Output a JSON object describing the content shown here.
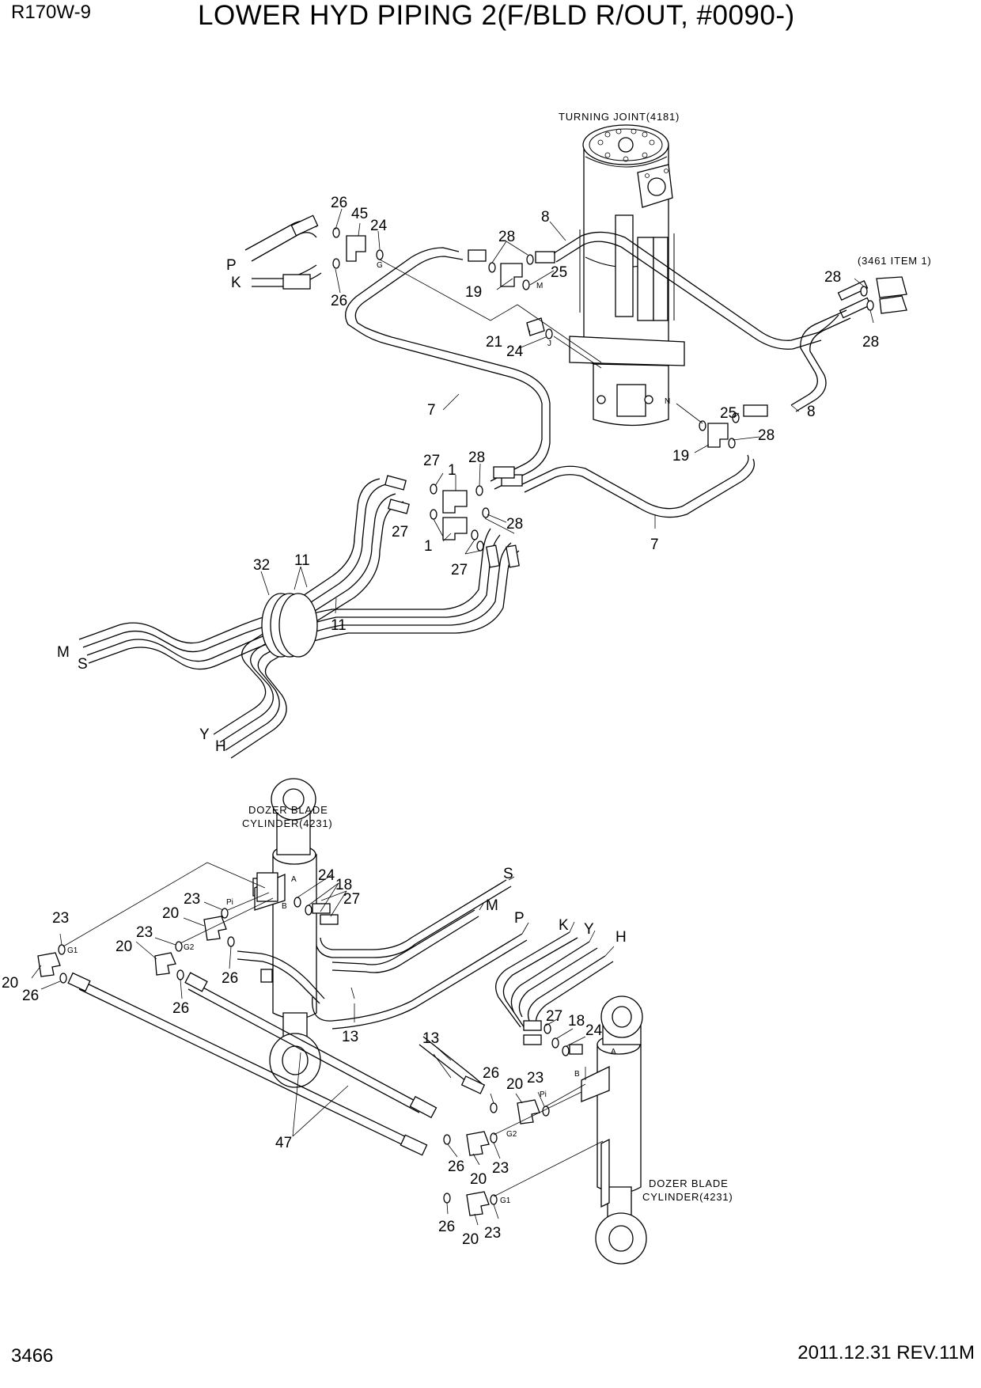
{
  "header": {
    "model": "R170W-9",
    "title": "LOWER HYD PIPING 2(F/BLD R/OUT, #0090-)"
  },
  "footer": {
    "page_number": "3466",
    "revision": "2011.12.31  REV.11M"
  },
  "notes": {
    "turning_joint": "TURNING JOINT(4181)",
    "ref_item": "(3461 ITEM 1)",
    "dozer_cyl_left_l1": "DOZER BLADE",
    "dozer_cyl_left_l2": "CYLINDER(4231)",
    "dozer_cyl_right_l1": "DOZER BLADE",
    "dozer_cyl_right_l2": "CYLINDER(4231)"
  },
  "callouts": {
    "c26a": "26",
    "c45": "45",
    "c24a": "24",
    "c26b": "26",
    "c28a": "28",
    "c25a": "25",
    "c19a": "19",
    "c8a": "8",
    "c21": "21",
    "c24b": "24",
    "c28b": "28",
    "c28c": "28",
    "c7a": "7",
    "c25b": "25",
    "c28d": "28",
    "c19b": "19",
    "c8b": "8",
    "c27a": "27",
    "c1a": "1",
    "c28e": "28",
    "c27b": "27",
    "c1b": "1",
    "c28f": "28",
    "c27c": "27",
    "c7b": "7",
    "c32": "32",
    "c11a": "11",
    "c11b": "11",
    "c24c": "24",
    "c18a": "18",
    "c27d": "27",
    "c23a": "23",
    "c20a": "20",
    "c23b": "23",
    "c20b": "20",
    "c23c": "23",
    "c20c": "20",
    "c26c": "26",
    "c26d": "26",
    "c26e": "26",
    "c13a": "13",
    "c13b": "13",
    "c27e": "27",
    "c18b": "18",
    "c24d": "24",
    "c26f": "26",
    "c20d": "20",
    "c23d": "23",
    "c26g": "26",
    "c20e": "20",
    "c23e": "23",
    "c47": "47",
    "c26h": "26",
    "c20f": "20",
    "c23f": "23"
  },
  "line_letters": {
    "P": "P",
    "K": "K",
    "M": "M",
    "S": "S",
    "Y": "Y",
    "H": "H",
    "S2": "S",
    "M2": "M",
    "P2": "P",
    "K2": "K",
    "Y2": "Y",
    "H2": "H"
  },
  "ports": {
    "G": "G",
    "M": "M",
    "J": "J",
    "N": "N",
    "A1": "A",
    "B1": "B",
    "Pi1": "Pi",
    "G1a": "G1",
    "G2a": "G2",
    "A2": "A",
    "B2": "B",
    "Pi2": "Pi",
    "G2b": "G2",
    "G1b": "G1"
  }
}
